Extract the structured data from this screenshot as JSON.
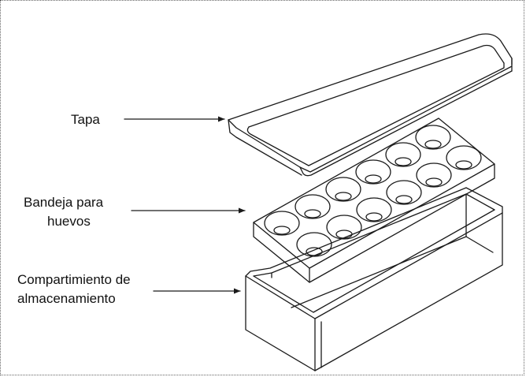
{
  "labels": {
    "lid": "Tapa",
    "egg_tray_line1": "Bandeja para",
    "egg_tray_line2": "huevos",
    "storage_line1": "Compartimiento de",
    "storage_line2": "almacenamiento"
  },
  "colors": {
    "line": "#1a1a1a",
    "background": "#ffffff"
  }
}
